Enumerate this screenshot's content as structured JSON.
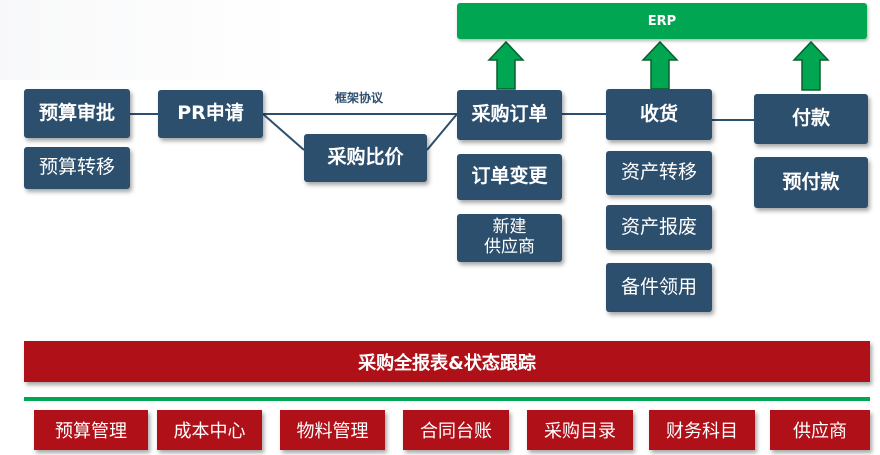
{
  "erp": "ERP",
  "flow": {
    "budget_approval": "预算审批",
    "budget_transfer": "预算转移",
    "pr_request": "PR申请",
    "framework_agreement": "框架协议",
    "purchase_compare": "采购比价",
    "purchase_order": "采购订单",
    "order_change": "订单变更",
    "new_supplier_line1": "新建",
    "new_supplier_line2": "供应商",
    "receiving": "收货",
    "asset_transfer": "资产转移",
    "asset_scrap": "资产报废",
    "spare_parts": "备件领用",
    "payment": "付款",
    "prepayment": "预付款"
  },
  "report_bar": "采购全报表&状态跟踪",
  "modules": [
    "预算管理",
    "成本中心",
    "物料管理",
    "合同台账",
    "采购目录",
    "财务科目",
    "供应商"
  ],
  "colors": {
    "node_blue": "#2d4f6e",
    "erp_green": "#00a651",
    "report_red": "#b01018",
    "arrow_green": "#00a651"
  }
}
